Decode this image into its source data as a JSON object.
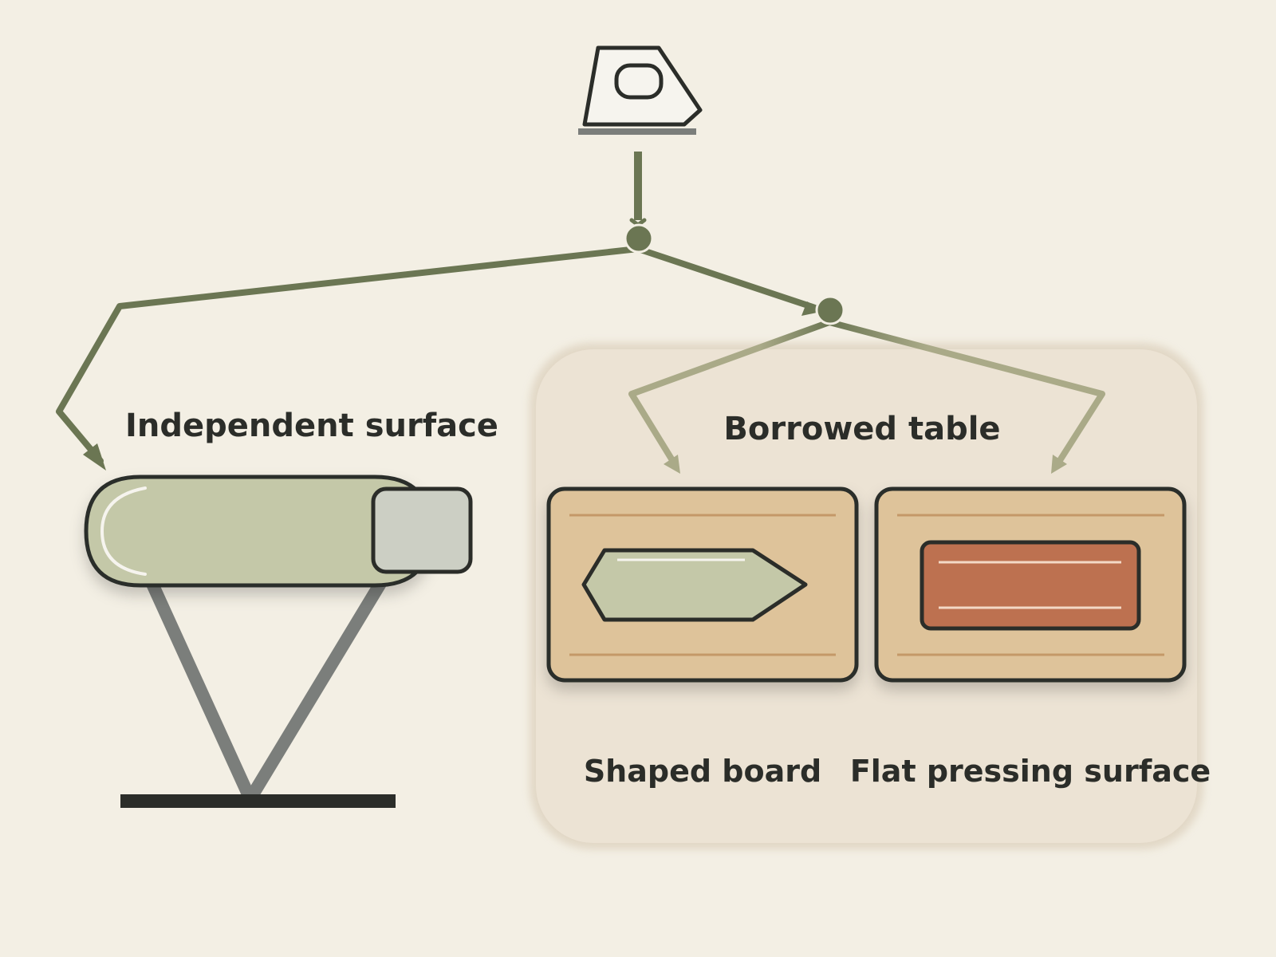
{
  "labels": {
    "independent": "Independent surface",
    "borrowed": "Borrowed table",
    "shaped": "Shaped board",
    "flat": "Flat pressing surface"
  },
  "colors": {
    "background": "#f3efe4",
    "flow_dark": "#6b7653",
    "flow_light": "#aaaa88",
    "sage": "#c4c8a8",
    "wood": "#dec39a",
    "wood_line": "#c49868",
    "terracotta": "#bd7150",
    "steel": "#7b7e7b",
    "outline": "#2b2d29",
    "panel": "#ece3d4"
  },
  "icons": [
    "iron-icon",
    "ironing-board-icon",
    "sleeve-board-icon",
    "pressing-pad-icon"
  ]
}
